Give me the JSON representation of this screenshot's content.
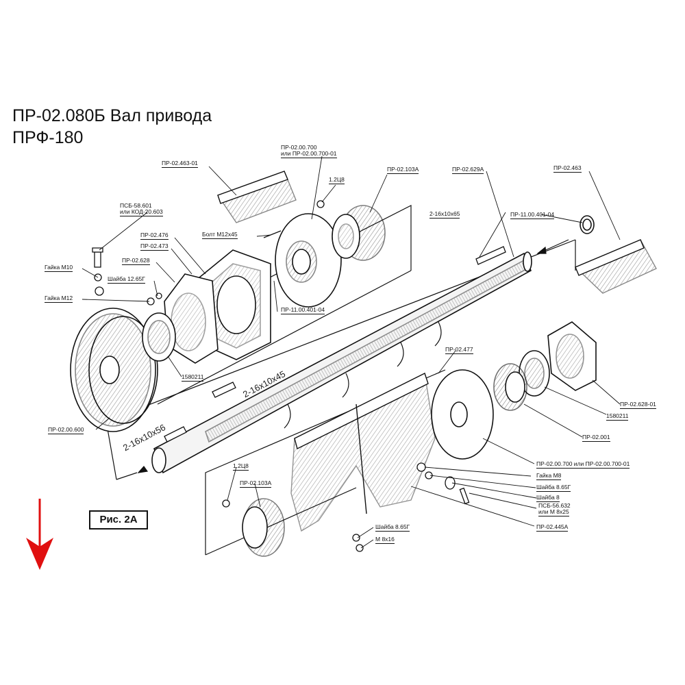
{
  "title": {
    "line1": "ПР-02.080Б Вал привода",
    "line2": "ПРФ-180"
  },
  "figure_label": "Рис. 2А",
  "shaft_marks": {
    "key_upper": "2-16x10x45",
    "key_lower": "2-16x10x56"
  },
  "parts": [
    {
      "id": "p01",
      "text": "ПР-02.463-01"
    },
    {
      "id": "p02",
      "text": "ПР-02.00.700"
    },
    {
      "id": "p03",
      "text": "или ПР-02.00.700-01"
    },
    {
      "id": "p04",
      "text": "1.2Ц8"
    },
    {
      "id": "p05",
      "text": "ПР-02.103А"
    },
    {
      "id": "p06",
      "text": "ПР-02.629А"
    },
    {
      "id": "p07",
      "text": "ПР-02.463"
    },
    {
      "id": "p08",
      "text": "ПСБ-58.601"
    },
    {
      "id": "p09",
      "text": "или КОД-20.603"
    },
    {
      "id": "p10",
      "text": "ПР-02.476"
    },
    {
      "id": "p11",
      "text": "Болт М12х45"
    },
    {
      "id": "p12",
      "text": "2-16х10х65"
    },
    {
      "id": "p13",
      "text": "ПР-11.00.401-04"
    },
    {
      "id": "p14",
      "text": "ПР-02.473"
    },
    {
      "id": "p15",
      "text": "ПР-02.628"
    },
    {
      "id": "p16",
      "text": "Гайка М10"
    },
    {
      "id": "p17",
      "text": "Шайба 12.65Г"
    },
    {
      "id": "p18",
      "text": "Гайка М12"
    },
    {
      "id": "p19",
      "text": "ПР-11.00.401-04"
    },
    {
      "id": "p20",
      "text": "1580211"
    },
    {
      "id": "p21",
      "text": "ПР-02.477"
    },
    {
      "id": "p22",
      "text": "ПР-02.628-01"
    },
    {
      "id": "p23",
      "text": "1580211"
    },
    {
      "id": "p24",
      "text": "ПР-02.001"
    },
    {
      "id": "p25",
      "text": "ПР-02.00.600"
    },
    {
      "id": "p26",
      "text": "ПР-02.00.700 или ПР-02.00.700-01"
    },
    {
      "id": "p27",
      "text": "Гайка М8"
    },
    {
      "id": "p28",
      "text": "Шайба 8.65Г"
    },
    {
      "id": "p29",
      "text": "Шайба 8"
    },
    {
      "id": "p30",
      "text": "ПСБ-56.632"
    },
    {
      "id": "p31",
      "text": "или М 8х25"
    },
    {
      "id": "p32",
      "text": "ПР-02.445А"
    },
    {
      "id": "p33",
      "text": "1.2Ц8"
    },
    {
      "id": "p34",
      "text": "ПР-02.103А"
    },
    {
      "id": "p35",
      "text": "Шайба 8.65Г"
    },
    {
      "id": "p36",
      "text": "М 8х16"
    }
  ],
  "colors": {
    "ink": "#111111",
    "hatch": "#333333",
    "arrow": "#e01010"
  },
  "icons": {
    "down_arrow": "red-down-arrow-icon"
  }
}
